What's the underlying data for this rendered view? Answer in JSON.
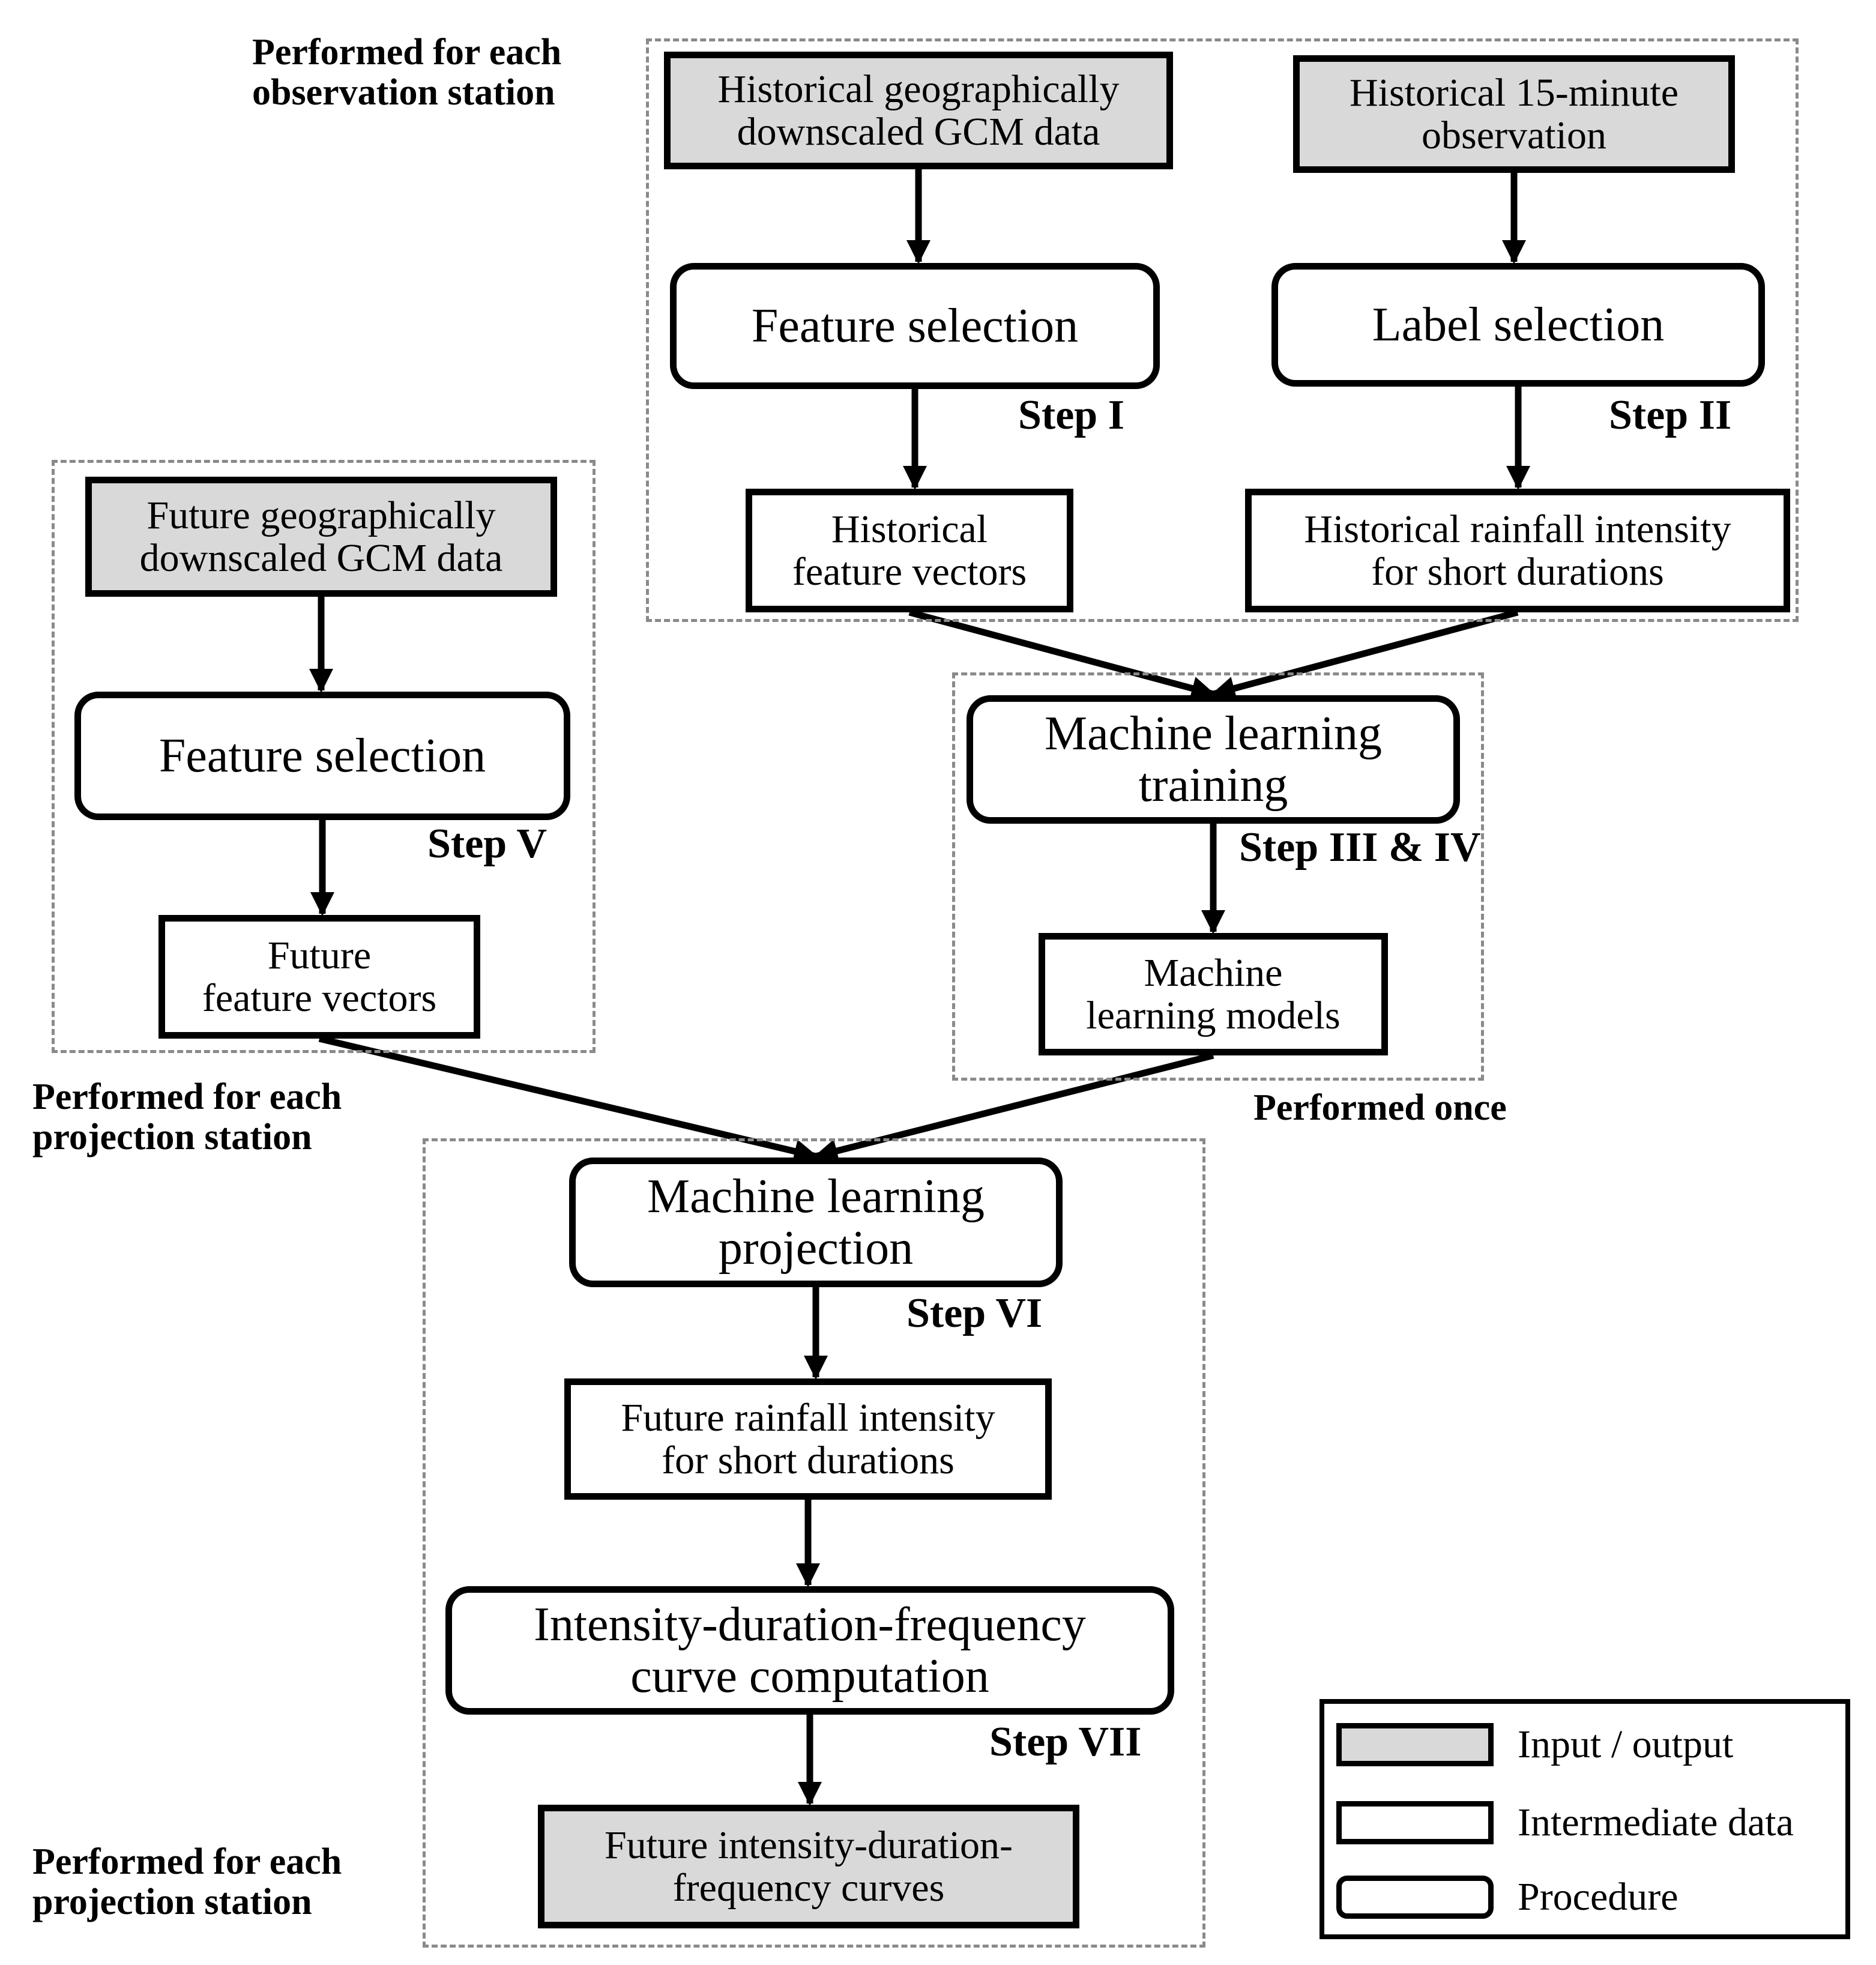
{
  "colors": {
    "input_output_fill": "#d9d9d9",
    "box_fill": "#ffffff",
    "stroke": "#000000",
    "group_border": "#8a8a8a"
  },
  "groups": {
    "observation": {
      "label": "Performed for each\nobservation station"
    },
    "future_features": {
      "label": "Performed for each\nprojection station"
    },
    "training": {
      "label": "Performed once"
    },
    "projection": {
      "label": "Performed for each\nprojection station"
    }
  },
  "nodes": {
    "hist_gcm": {
      "type": "input/output",
      "label": "Historical geographically\ndownscaled GCM data"
    },
    "hist_obs": {
      "type": "input/output",
      "label": "Historical 15-minute\nobservation"
    },
    "feat_sel_1": {
      "type": "procedure",
      "label": "Feature selection"
    },
    "label_sel": {
      "type": "procedure",
      "label": "Label selection"
    },
    "hist_vectors": {
      "type": "intermediate",
      "label": "Historical\nfeature vectors"
    },
    "hist_intensity": {
      "type": "intermediate",
      "label": "Historical rainfall intensity\nfor short durations"
    },
    "future_gcm": {
      "type": "input/output",
      "label": "Future geographically\ndownscaled GCM data"
    },
    "feat_sel_2": {
      "type": "procedure",
      "label": "Feature selection"
    },
    "future_vectors": {
      "type": "intermediate",
      "label": "Future\nfeature vectors"
    },
    "ml_training": {
      "type": "procedure",
      "label": "Machine learning\ntraining"
    },
    "ml_models": {
      "type": "intermediate",
      "label": "Machine\nlearning models"
    },
    "ml_projection": {
      "type": "procedure",
      "label": "Machine learning\nprojection"
    },
    "future_intensity": {
      "type": "intermediate",
      "label": "Future rainfall intensity\nfor short durations"
    },
    "idf_computation": {
      "type": "procedure",
      "label": "Intensity-duration-frequency\ncurve computation"
    },
    "future_idf": {
      "type": "input/output",
      "label": "Future intensity-duration-\nfrequency curves"
    }
  },
  "steps": {
    "step_1": "Step I",
    "step_2": "Step II",
    "step_3_4": "Step III & IV",
    "step_5": "Step V",
    "step_6": "Step VI",
    "step_7": "Step VII"
  },
  "edges": [
    {
      "from": "hist_gcm",
      "to": "feat_sel_1"
    },
    {
      "from": "feat_sel_1",
      "to": "hist_vectors"
    },
    {
      "from": "hist_obs",
      "to": "label_sel"
    },
    {
      "from": "label_sel",
      "to": "hist_intensity"
    },
    {
      "from": "hist_vectors",
      "to": "ml_training"
    },
    {
      "from": "hist_intensity",
      "to": "ml_training"
    },
    {
      "from": "future_gcm",
      "to": "feat_sel_2"
    },
    {
      "from": "feat_sel_2",
      "to": "future_vectors"
    },
    {
      "from": "ml_training",
      "to": "ml_models"
    },
    {
      "from": "future_vectors",
      "to": "ml_projection"
    },
    {
      "from": "ml_models",
      "to": "ml_projection"
    },
    {
      "from": "ml_projection",
      "to": "future_intensity"
    },
    {
      "from": "future_intensity",
      "to": "idf_computation"
    },
    {
      "from": "idf_computation",
      "to": "future_idf"
    }
  ],
  "legend": {
    "input_output": "Input / output",
    "intermediate": "Intermediate data",
    "procedure": "Procedure"
  }
}
